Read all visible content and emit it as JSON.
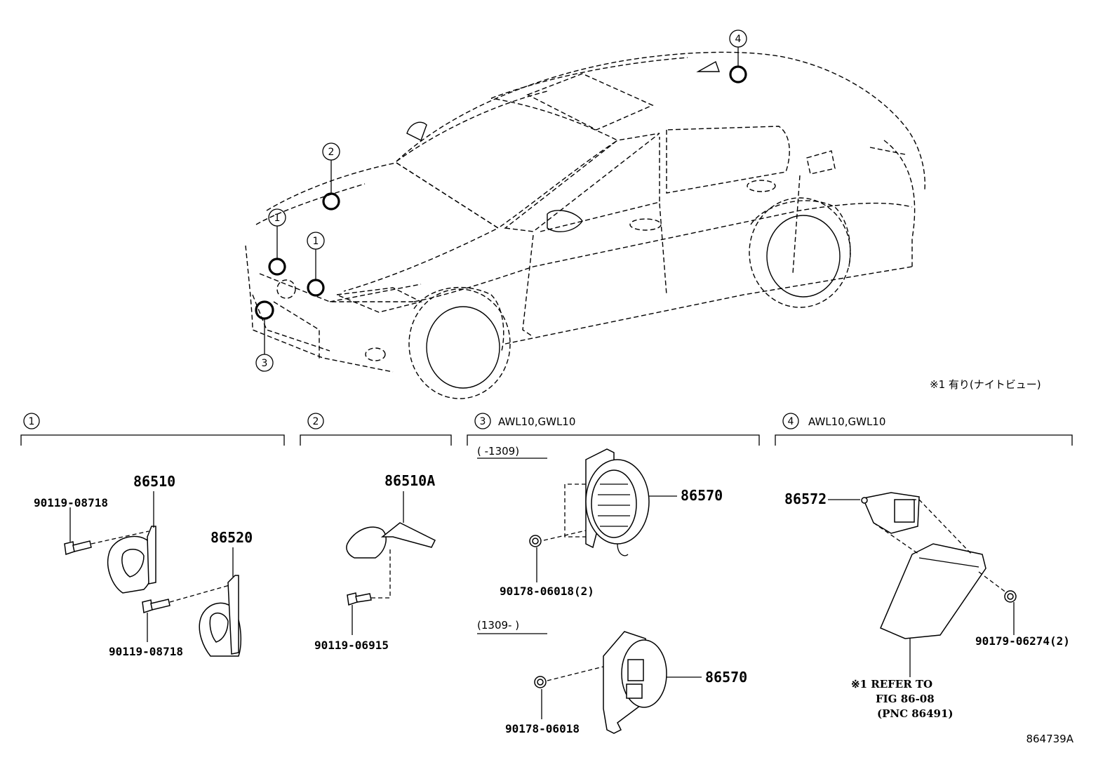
{
  "note_top": "※1 有り(ナイトビュー)",
  "callouts": [
    "1",
    "1",
    "2",
    "3",
    "4"
  ],
  "sections": [
    {
      "num": "1",
      "label": ""
    },
    {
      "num": "2",
      "label": ""
    },
    {
      "num": "3",
      "label": "AWL10,GWL10"
    },
    {
      "num": "4",
      "label": "AWL10,GWL10"
    }
  ],
  "date_ranges": [
    "( -1309)",
    "(1309- )"
  ],
  "parts": {
    "p86510": "86510",
    "p86520": "86520",
    "p90119_08718_a": "90119-08718",
    "p90119_08718_b": "90119-08718",
    "p86510A": "86510A",
    "p90119_06915": "90119-06915",
    "p86570_a": "86570",
    "p90178_06018_2": "90178-06018(2)",
    "p86570_b": "86570",
    "p90178_06018": "90178-06018",
    "p86572": "86572",
    "p90179_06274_2": "90179-06274(2)"
  },
  "refer_note": [
    "※1 REFER TO",
    "FIG 86-08",
    "(PNC 86491)"
  ],
  "figure_id": "864739A"
}
